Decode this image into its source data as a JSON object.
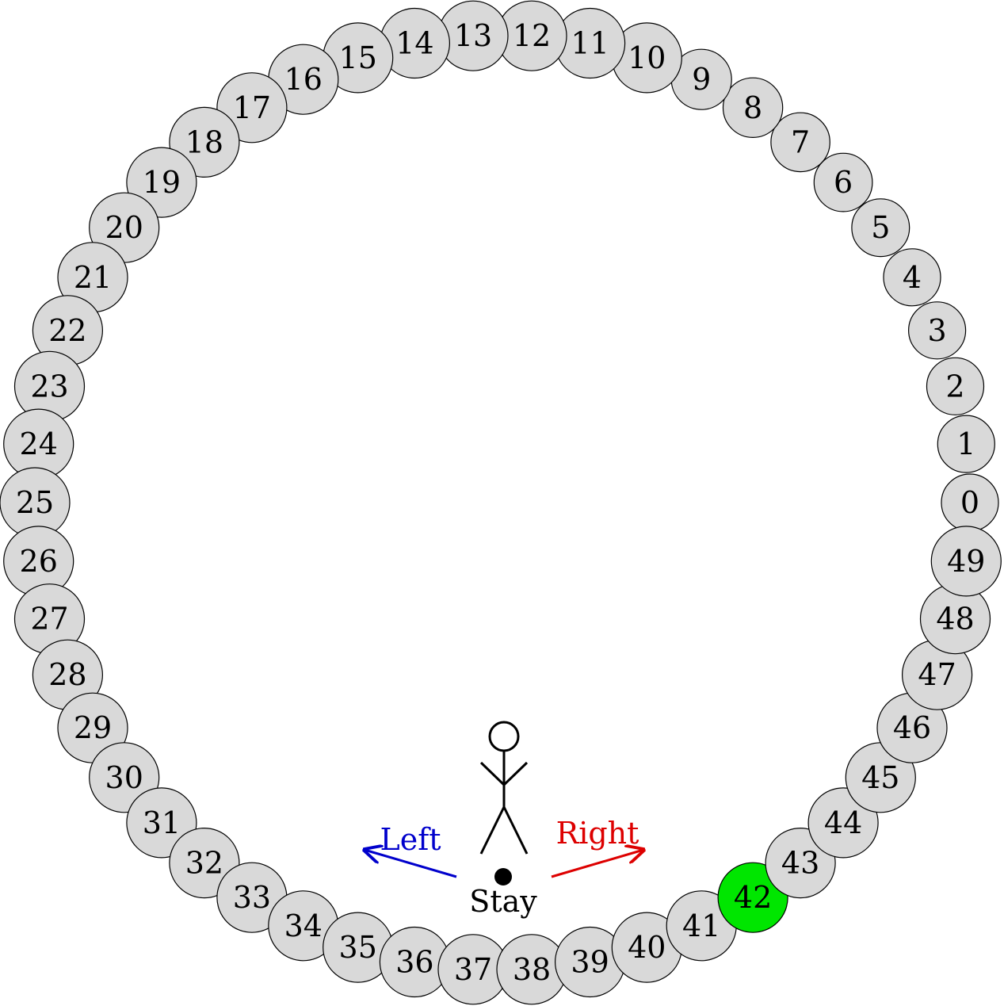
{
  "ring": {
    "positions": [
      0,
      1,
      2,
      3,
      4,
      5,
      6,
      7,
      8,
      9,
      10,
      11,
      12,
      13,
      14,
      15,
      16,
      17,
      18,
      19,
      20,
      21,
      22,
      23,
      24,
      25,
      26,
      27,
      28,
      29,
      30,
      31,
      32,
      33,
      34,
      35,
      36,
      37,
      38,
      39,
      40,
      41,
      42,
      43,
      44,
      45,
      46,
      47,
      48,
      49
    ],
    "highlighted": 42,
    "colors": {
      "default_fill": "#d9d9d9",
      "highlight_fill": "#00e600",
      "stroke": "#000000"
    }
  },
  "actions": {
    "left": {
      "label": "Left",
      "color": "#0000cc"
    },
    "stay": {
      "label": "Stay",
      "color": "#000000"
    },
    "right": {
      "label": "Right",
      "color": "#dd0000"
    }
  },
  "agent": {
    "icon": "stick-figure-icon"
  }
}
